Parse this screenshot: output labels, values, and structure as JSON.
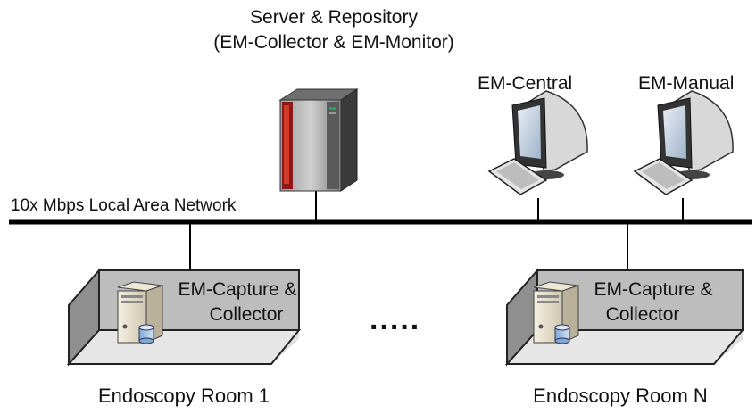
{
  "server": {
    "title": "Server & Repository",
    "subtitle": "(EM-Collector & EM-Monitor)"
  },
  "workstations": [
    {
      "label": "EM-Central"
    },
    {
      "label": "EM-Manual"
    }
  ],
  "network": {
    "label": "10x Mbps Local Area Network"
  },
  "rooms": [
    {
      "name": "Endoscopy Room 1",
      "unit_line1": "EM-Capture &",
      "unit_line2": "Collector"
    },
    {
      "name": "Endoscopy Room N",
      "unit_line1": "EM-Capture &",
      "unit_line2": "Collector"
    }
  ],
  "ellipsis": "....."
}
